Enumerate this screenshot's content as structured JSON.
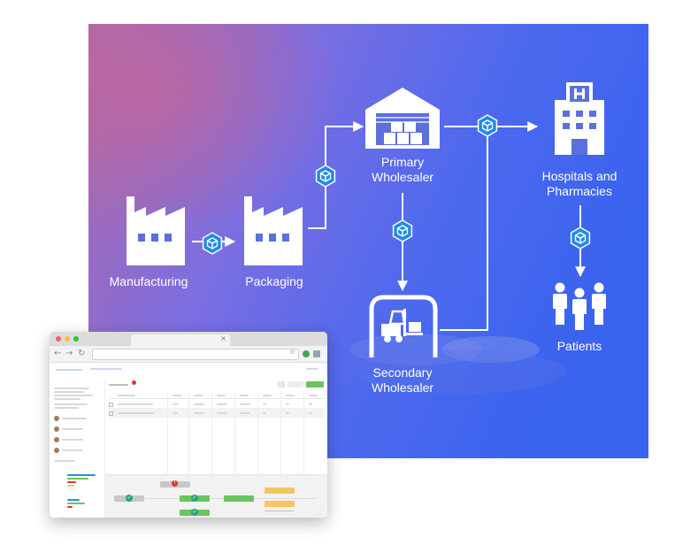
{
  "diagram": {
    "nodes": [
      {
        "id": "manufacturing",
        "label": "Manufacturing",
        "icon": "factory-icon"
      },
      {
        "id": "packaging",
        "label": "Packaging",
        "icon": "factory-icon"
      },
      {
        "id": "primary-wholesaler",
        "label_lines": [
          "Primary",
          "Wholesaler"
        ],
        "icon": "warehouse-icon"
      },
      {
        "id": "secondary-wholesaler",
        "label_lines": [
          "Secondary",
          "Wholesaler"
        ],
        "icon": "forklift-icon"
      },
      {
        "id": "hospitals",
        "label_lines": [
          "Hospitals and",
          "Pharmacies"
        ],
        "icon": "hospital-icon"
      },
      {
        "id": "patients",
        "label": "Patients",
        "icon": "people-icon"
      }
    ],
    "connector_icon": "blockchain-cube-icon",
    "colors": {
      "background_start": "#b06aa8",
      "background_end": "#3a63ee",
      "icon": "#ffffff",
      "cube_badge": "#1f8bea"
    }
  },
  "screenshot": {
    "icons": {
      "back": "←",
      "forward": "→",
      "reload": "↻",
      "tab_close": "×",
      "bookmark": "☆",
      "check": "✓",
      "alert": "!"
    },
    "colors": {
      "close_dot": "#ff5f57",
      "minimize_dot": "#ffbd2e",
      "maximize_dot": "#28c840",
      "primary": "#2a8fd6",
      "success": "#6ac45c",
      "warning": "#f3c75e",
      "muted": "#c8c8c8"
    }
  }
}
